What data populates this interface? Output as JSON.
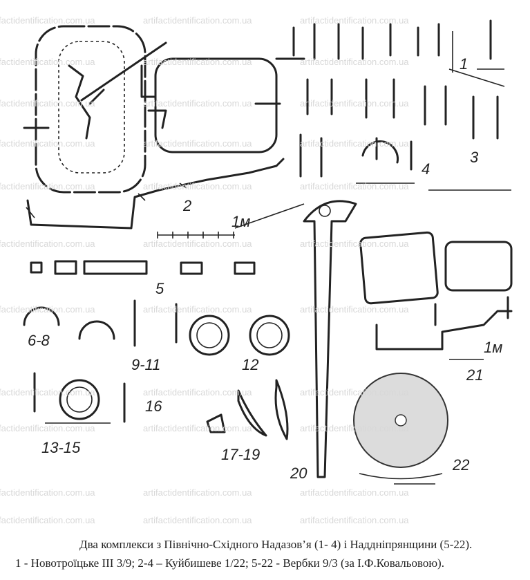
{
  "watermark": "artifactidentification.com.ua",
  "figure_labels": {
    "n1": "1",
    "n2": "2",
    "scale_a": "1м",
    "n3": "3",
    "n4": "4",
    "n5": "5",
    "n6_8": "6-8",
    "n9_11": "9-11",
    "n12": "12",
    "n13_15": "13-15",
    "n16": "16",
    "n17_19": "17-19",
    "n20": "20",
    "n21": "21",
    "scale_b": "1м",
    "n22": "22"
  },
  "caption": {
    "line1": "Два комплекси з Північно-Східного Надазов’я (1- 4) і Наддніпрянщини (5-22).",
    "line2": "1 - Новотроїцьке ІІІ 3/9; 2-4 – Куйбишеве 1/22; 5-22 - Вербки 9/3 (за І.Ф.Ковальовою)."
  }
}
